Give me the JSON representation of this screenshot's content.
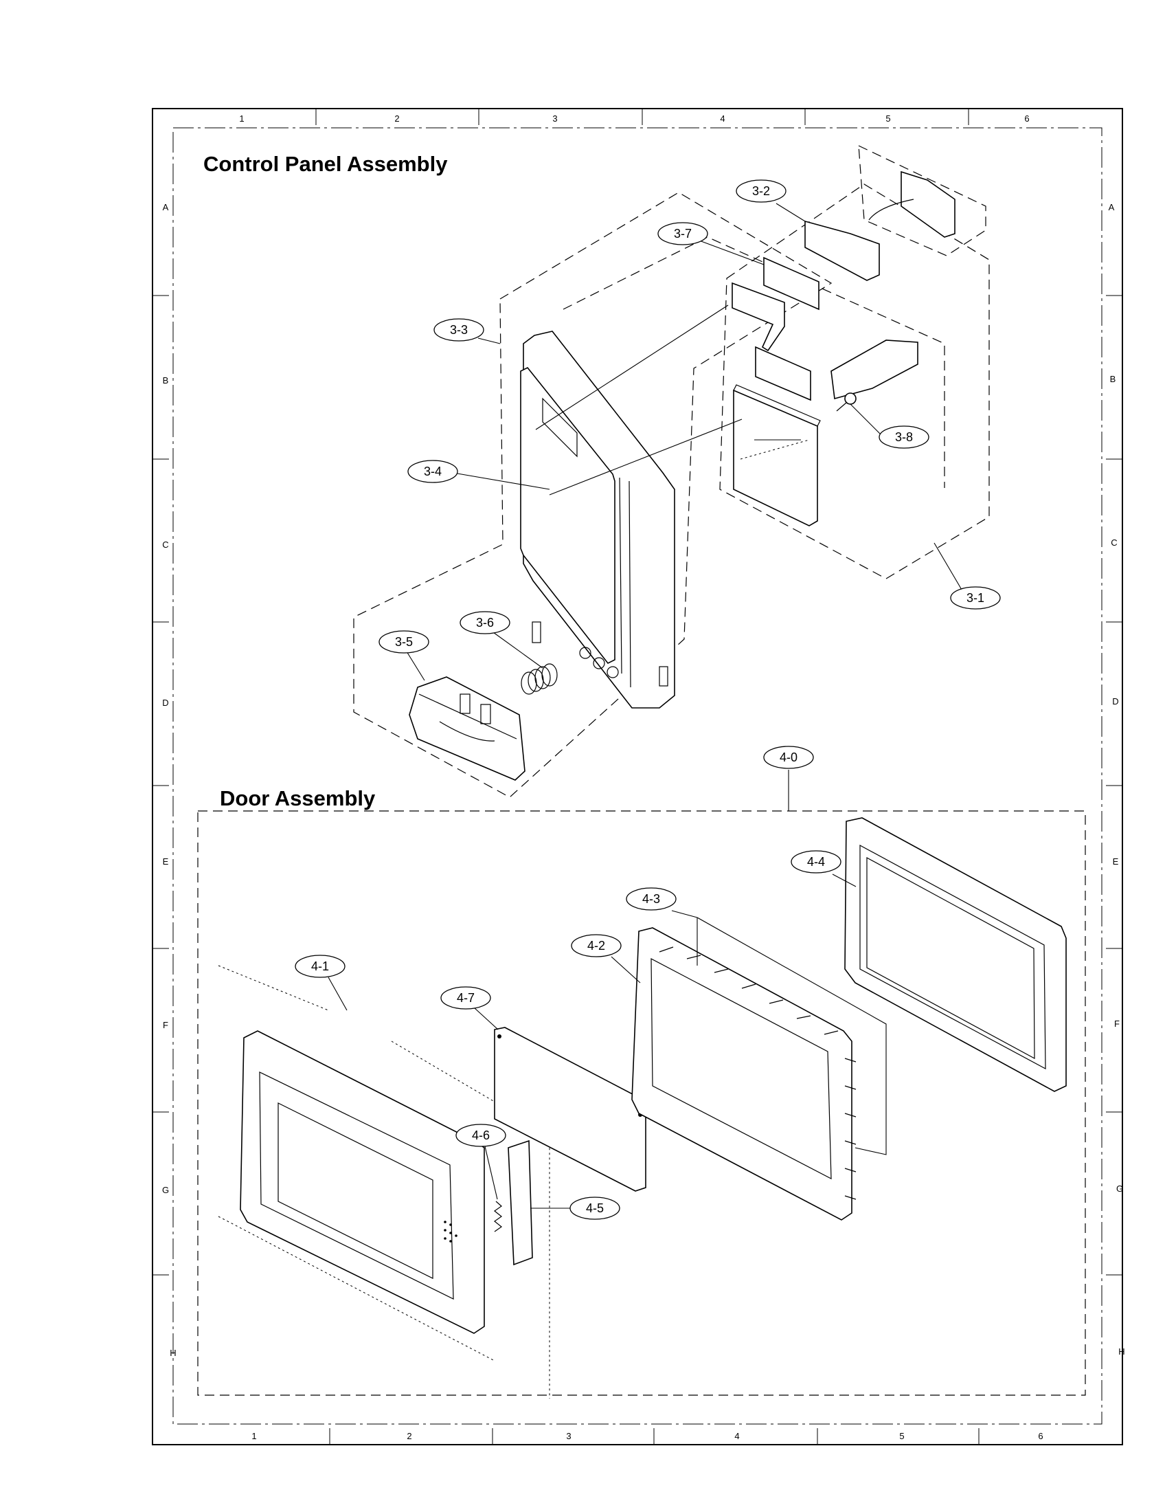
{
  "grid": {
    "columns": [
      "1",
      "2",
      "3",
      "4",
      "5",
      "6"
    ],
    "rows": [
      "A",
      "B",
      "C",
      "D",
      "E",
      "F",
      "G",
      "H"
    ]
  },
  "sections": {
    "control_panel_title": "Control Panel Assembly",
    "door_title": "Door Assembly"
  },
  "callouts": {
    "c3_1": "3-1",
    "c3_2": "3-2",
    "c3_3": "3-3",
    "c3_4": "3-4",
    "c3_5": "3-5",
    "c3_6": "3-6",
    "c3_7": "3-7",
    "c3_8": "3-8",
    "c4_0": "4-0",
    "c4_1": "4-1",
    "c4_2": "4-2",
    "c4_3": "4-3",
    "c4_4": "4-4",
    "c4_5": "4-5",
    "c4_6": "4-6",
    "c4_7": "4-7"
  }
}
